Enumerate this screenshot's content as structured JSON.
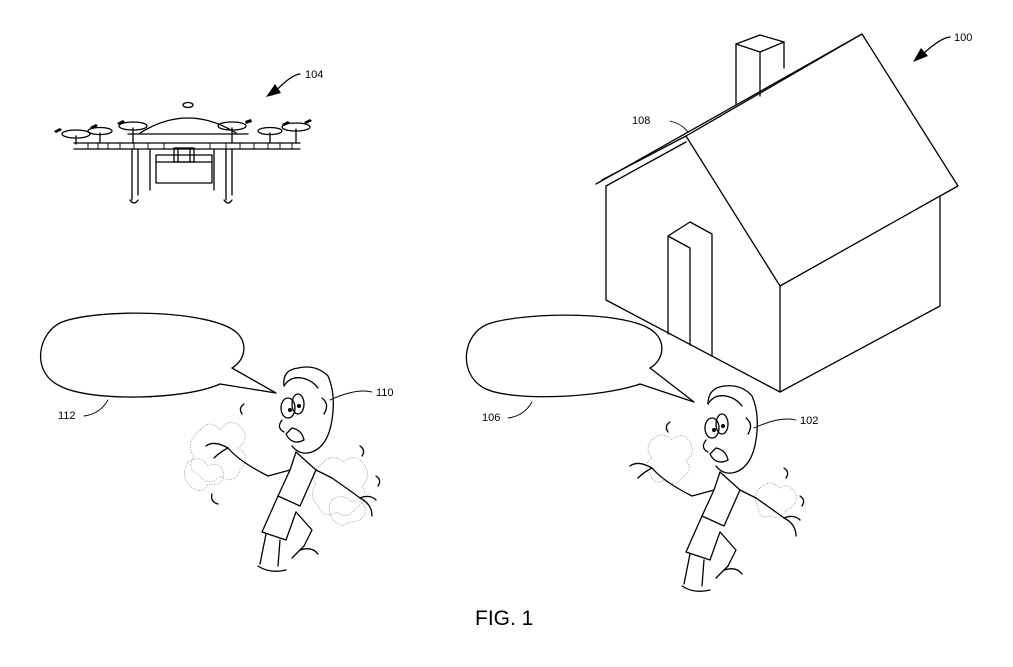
{
  "figure": {
    "caption": "FIG. 1",
    "refs": {
      "house": "100",
      "person_home": "102",
      "drone": "104",
      "speech_home": "106",
      "roof": "108",
      "person_drone": "110",
      "speech_drone": "112"
    },
    "icons": {
      "drone": "delivery-drone-icon",
      "house": "house-icon"
    }
  }
}
